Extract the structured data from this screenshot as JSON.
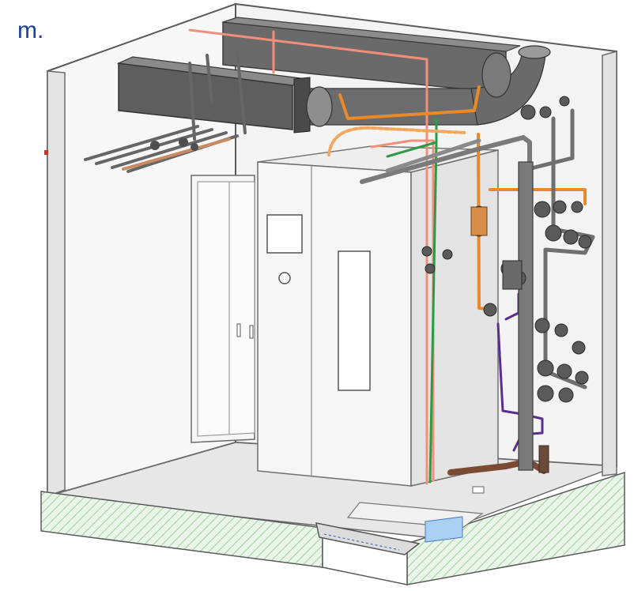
{
  "figure": {
    "label": "m."
  },
  "colors": {
    "wall": "#f2f2f2",
    "wall_edge": "#5a5a5a",
    "floor": "#e6e6e6",
    "slab_hatch": "#bfe0bf",
    "duct": "#5e5e5e",
    "duct_light": "#8a8a8a",
    "cabinet": "#f4f4f4",
    "cabinet_edge": "#7a7a7a",
    "pipe_gray": "#6f6f6f",
    "pipe_orange": "#e8892a",
    "pipe_salmon": "#f0907a",
    "pipe_green": "#2e9a46",
    "pipe_purple": "#5a2e8f",
    "pipe_brown": "#7a4a32",
    "channel_blue": "#a9cff2",
    "label_blue": "#1f3f95"
  },
  "components": [
    "room-shell",
    "floor-slab",
    "supply-duct",
    "round-duct",
    "equipment-cabinet",
    "side-cabinet",
    "valve-manifold",
    "floor-drain-channel"
  ]
}
